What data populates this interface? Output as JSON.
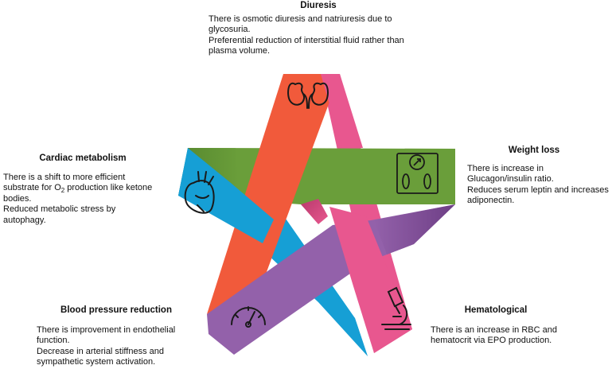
{
  "colors": {
    "orange": "#f15a3b",
    "pink": "#e8578f",
    "green": "#6a9e3a",
    "blue": "#169fd5",
    "purple": "#9361aa"
  },
  "icons": [
    "kidneys-icon",
    "scale-icon",
    "heart-icon",
    "speedometer-icon",
    "microscope-icon"
  ],
  "diuresis": {
    "title": "Diuresis",
    "lines": [
      "There is osmotic diuresis and natriuresis due to",
      "glycosuria.",
      "Preferential reduction of interstitial fluid rather than",
      "plasma volume."
    ]
  },
  "cardiac": {
    "title": "Cardiac metabolism",
    "line1": "There is a shift  to more efficient",
    "line2_pre": "substrate for O",
    "line2_sub": "2",
    "line2_post": " production like ketone",
    "line3": "bodies.",
    "line4": "Reduced metabolic stress by",
    "line5": "autophagy."
  },
  "weight": {
    "title": "Weight loss",
    "lines": [
      "There is increase in",
      "Glucagon/insulin ratio.",
      "Reduces serum leptin and increases",
      "adiponectin."
    ]
  },
  "bp": {
    "title": "Blood pressure reduction",
    "lines": [
      "There is improvement in endothelial",
      "function.",
      "Decrease in arterial stiffness and",
      "sympathetic system activation."
    ]
  },
  "hema": {
    "title": "Hematological",
    "lines": [
      "There is an increase in RBC and",
      "hematocrit via EPO production."
    ]
  }
}
